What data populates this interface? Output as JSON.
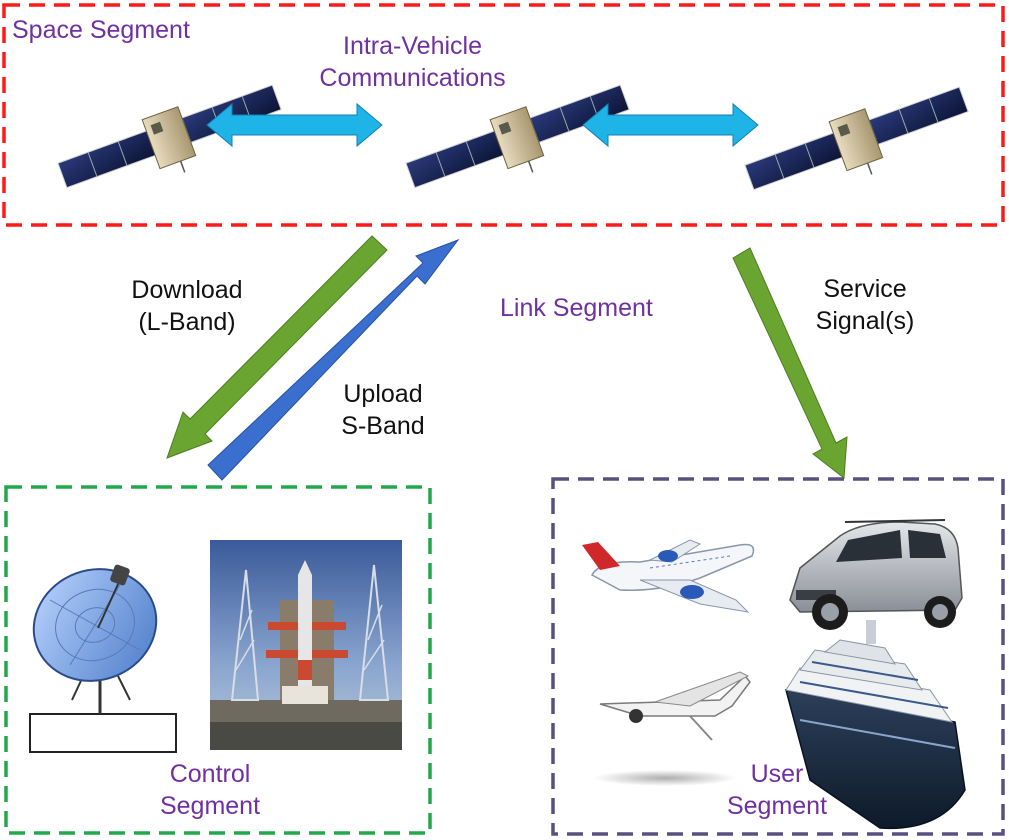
{
  "space_segment": {
    "label": "Space Segment"
  },
  "intra_vehicle": {
    "line1": "Intra-Vehicle",
    "line2": "Communications"
  },
  "link_segment": {
    "label": "Link Segment"
  },
  "download": {
    "line1": "Download",
    "line2": "(L-Band)"
  },
  "upload": {
    "line1": "Upload",
    "line2": "S-Band"
  },
  "service": {
    "line1": "Service",
    "line2": "Signal(s)"
  },
  "control_segment": {
    "line1": "Control",
    "line2": "Segment"
  },
  "user_segment": {
    "line1": "User",
    "line2": "Segment"
  },
  "colors": {
    "space_border": "#ff1a1a",
    "control_border": "#22a84a",
    "user_border": "#5a5080",
    "label_purple": "#7030a0",
    "intra_arrow": "#1eb4e8",
    "download_arrow": "#6aa532",
    "upload_arrow": "#3a6fd0",
    "service_arrow": "#6aa532"
  },
  "icons": [
    "satellite-icon",
    "dish-antenna-icon",
    "launch-pad-icon",
    "airplane-icon",
    "car-icon",
    "drone-icon",
    "ship-icon"
  ]
}
